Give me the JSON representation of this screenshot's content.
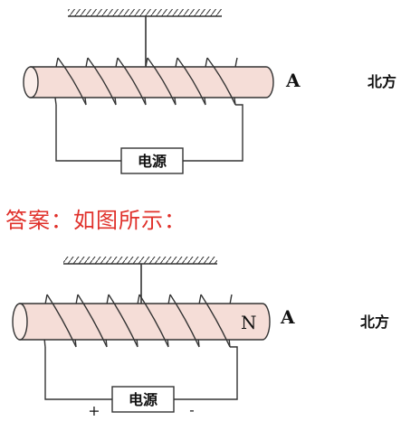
{
  "top_figure": {
    "end_label": "A",
    "direction_label": "北方",
    "power_label": "电源"
  },
  "answer": {
    "text": "答案：如图所示："
  },
  "bottom_figure": {
    "end_label": "A",
    "pole_label": "N",
    "direction_label": "北方",
    "power_label": "电源",
    "plus_sign": "+",
    "minus_sign": "-"
  },
  "colors": {
    "rod_fill": "#f5ddd7",
    "wire": "#333333",
    "answer_text": "#e0302a"
  }
}
